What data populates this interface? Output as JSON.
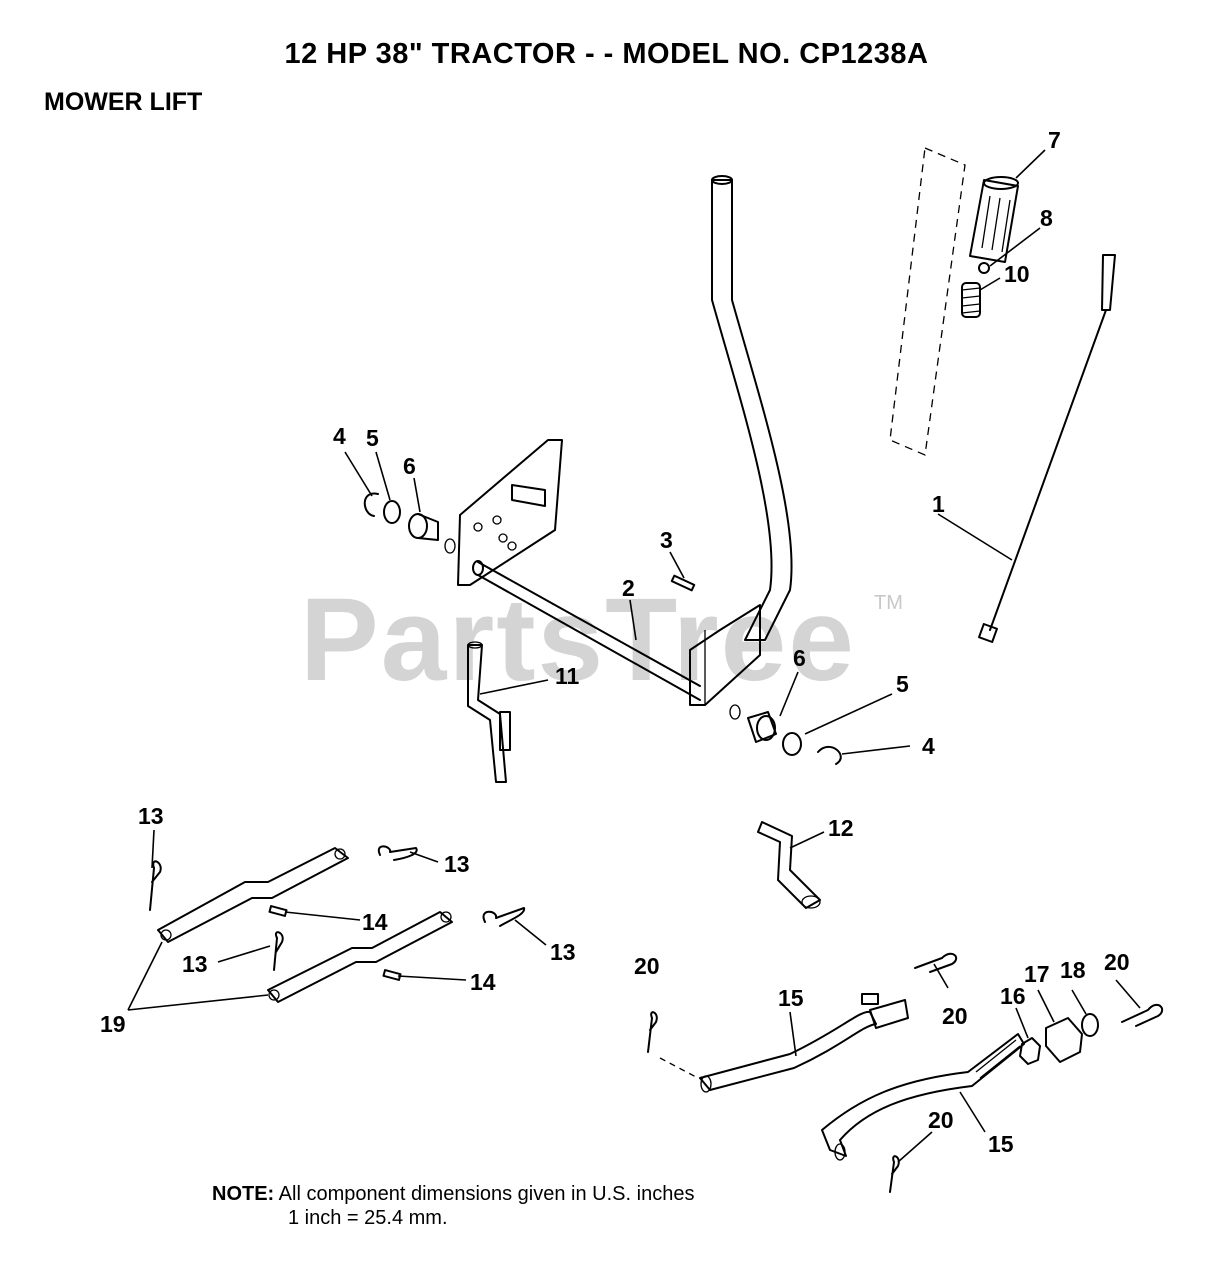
{
  "header": {
    "title": "12 HP 38\" TRACTOR - - MODEL NO.  CP1238A",
    "section": "MOWER LIFT"
  },
  "watermark": {
    "text": "PartsTree",
    "mark": "TM"
  },
  "note": {
    "label": "NOTE:",
    "line1": "All component dimensions given in U.S. inches",
    "line2": "1 inch = 25.4 mm."
  },
  "callouts": [
    {
      "id": "c1",
      "label": "1"
    },
    {
      "id": "c2",
      "label": "2"
    },
    {
      "id": "c3",
      "label": "3"
    },
    {
      "id": "c4a",
      "label": "4"
    },
    {
      "id": "c4b",
      "label": "4"
    },
    {
      "id": "c5a",
      "label": "5"
    },
    {
      "id": "c5b",
      "label": "5"
    },
    {
      "id": "c6a",
      "label": "6"
    },
    {
      "id": "c6b",
      "label": "6"
    },
    {
      "id": "c7",
      "label": "7"
    },
    {
      "id": "c8",
      "label": "8"
    },
    {
      "id": "c10",
      "label": "10"
    },
    {
      "id": "c11",
      "label": "11"
    },
    {
      "id": "c12",
      "label": "12"
    },
    {
      "id": "c13a",
      "label": "13"
    },
    {
      "id": "c13b",
      "label": "13"
    },
    {
      "id": "c13c",
      "label": "13"
    },
    {
      "id": "c13d",
      "label": "13"
    },
    {
      "id": "c14a",
      "label": "14"
    },
    {
      "id": "c14b",
      "label": "14"
    },
    {
      "id": "c15a",
      "label": "15"
    },
    {
      "id": "c15b",
      "label": "15"
    },
    {
      "id": "c16",
      "label": "16"
    },
    {
      "id": "c17",
      "label": "17"
    },
    {
      "id": "c18",
      "label": "18"
    },
    {
      "id": "c19",
      "label": "19"
    },
    {
      "id": "c20a",
      "label": "20"
    },
    {
      "id": "c20b",
      "label": "20"
    },
    {
      "id": "c20c",
      "label": "20"
    },
    {
      "id": "c20d",
      "label": "20"
    }
  ]
}
